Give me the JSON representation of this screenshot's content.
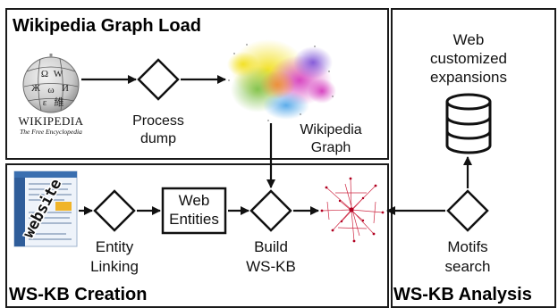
{
  "panels": {
    "graph_load": {
      "title": "Wikipedia Graph Load"
    },
    "creation": {
      "title": "WS-KB Creation"
    },
    "analysis": {
      "title": "WS-KB Analysis"
    }
  },
  "wikipedia_logo": {
    "wordmark": "WIKIPEDIA",
    "tagline": "The Free Encyclopedia"
  },
  "website_image": {
    "stamp": "website"
  },
  "nodes": {
    "process_dump": {
      "label_line1": "Process",
      "label_line2": "dump"
    },
    "wikipedia_graph": {
      "label_line1": "Wikipedia",
      "label_line2": "Graph"
    },
    "web_expansions": {
      "label_line1": "Web",
      "label_line2": "customized",
      "label_line3": "expansions"
    },
    "entity_linking": {
      "label_line1": "Entity",
      "label_line2": "Linking"
    },
    "web_entities": {
      "label_line1": "Web",
      "label_line2": "Entities"
    },
    "build_wskb": {
      "label_line1": "Build",
      "label_line2": "WS-KB"
    },
    "motifs_search": {
      "label_line1": "Motifs",
      "label_line2": "search"
    }
  },
  "colors": {
    "border": "#1a1a1a",
    "graph_yellow": "#e8d21f",
    "graph_green": "#8bc34a",
    "graph_magenta": "#d63fbf",
    "graph_purple": "#7a4fd6",
    "graph_blue": "#4aa3e8",
    "kb_red": "#c8102e"
  }
}
